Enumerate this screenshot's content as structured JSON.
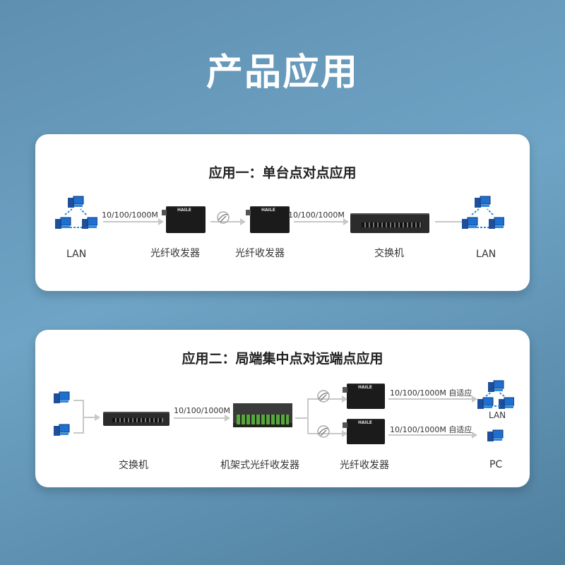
{
  "page": {
    "title": "产品应用",
    "background_color": "#6fa4c6"
  },
  "app1": {
    "title": "应用一：单台点对点应用",
    "speed_label_1": "10/100/1000M",
    "speed_label_2": "10/100/1000M",
    "lan_left": "LAN",
    "transceiver_1": "光纤收发器",
    "transceiver_2": "光纤收发器",
    "switch": "交换机",
    "lan_right": "LAN",
    "transceiver_brand": "HAILE"
  },
  "app2": {
    "title": "应用二：局端集中点对远端点应用",
    "speed_label": "10/100/1000M",
    "auto_label_1": "10/100/1000M 自适应",
    "auto_label_2": "10/100/1000M 自适应",
    "switch": "交换机",
    "rack": "机架式光纤收发器",
    "transceiver": "光纤收发器",
    "lan": "LAN",
    "pc": "PC",
    "transceiver_brand": "HAILE"
  },
  "colors": {
    "pc_blue": "#1e6fd0",
    "line_gray": "#c8c8c8",
    "device_black": "#1b1b1b"
  }
}
